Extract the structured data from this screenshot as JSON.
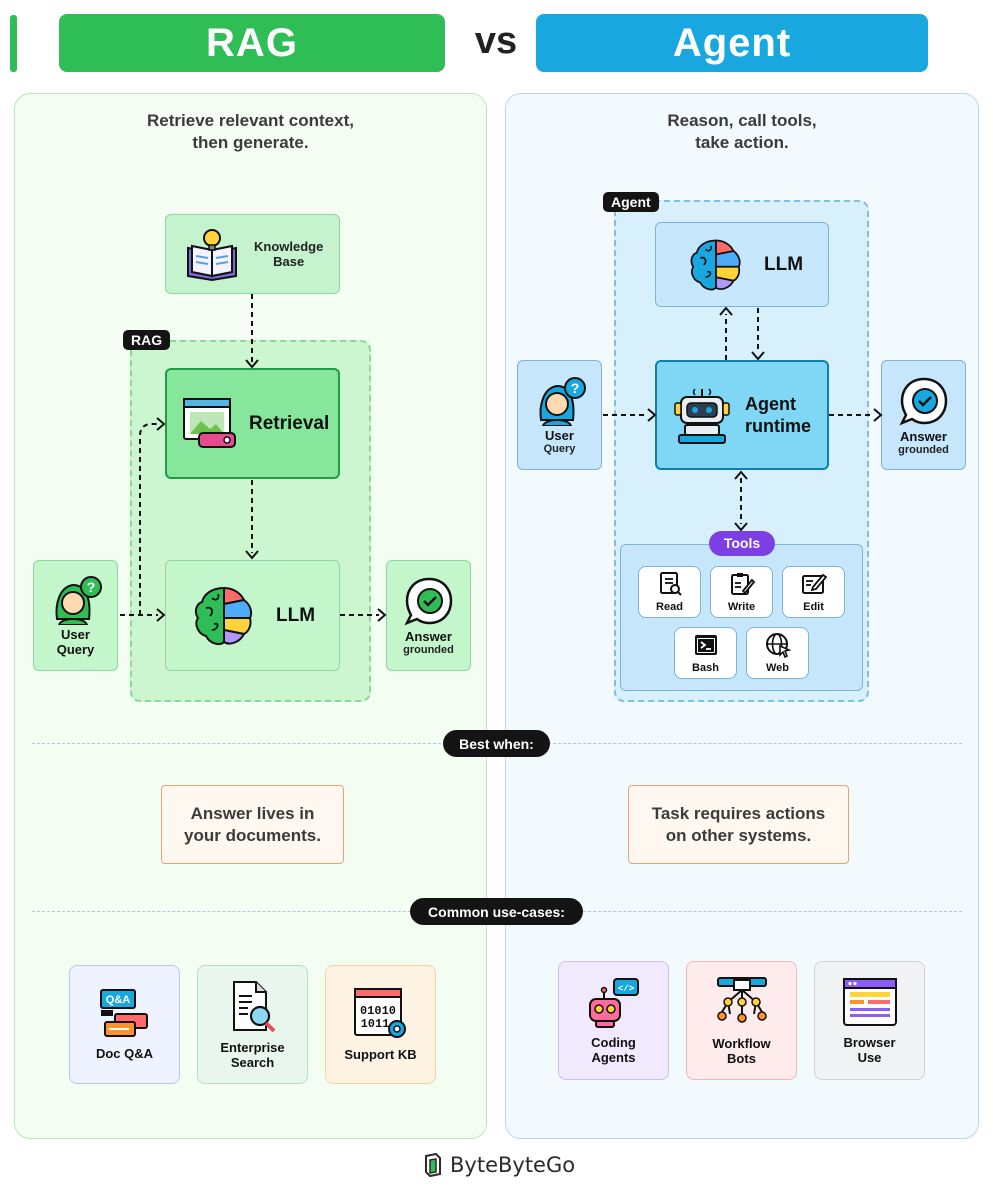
{
  "header": {
    "left_title": "RAG",
    "vs": "vs",
    "right_title": "Agent"
  },
  "rag": {
    "tagline": "Retrieve relevant context,\nthen generate.",
    "group_label": "RAG",
    "knowledge_base": {
      "line1": "Knowledge",
      "line2": "Base"
    },
    "retrieval": "Retrieval",
    "llm": "LLM",
    "user": {
      "line1": "User",
      "line2": "Query"
    },
    "answer": {
      "line1": "Answer",
      "line2": "grounded"
    },
    "best_when": "Answer lives in\nyour documents.",
    "use_cases": [
      {
        "title": "Doc Q&A",
        "icon": "doc-qa-icon",
        "bg": "#eef3ff",
        "border": "#b7c8ee"
      },
      {
        "title": "Enterprise\nSearch",
        "icon": "enterprise-search-icon",
        "bg": "#e9f6ee",
        "border": "#b6dcc4"
      },
      {
        "title": "Support KB",
        "icon": "support-kb-icon",
        "bg": "#fff4e3",
        "border": "#f2d3a3"
      }
    ]
  },
  "agent": {
    "tagline": "Reason, call tools,\ntake action.",
    "group_label": "Agent",
    "llm": "LLM",
    "runtime": {
      "line1": "Agent",
      "line2": "runtime"
    },
    "user": {
      "line1": "User",
      "line2": "Query"
    },
    "answer": {
      "line1": "Answer",
      "line2": "grounded"
    },
    "tools_label": "Tools",
    "tools": [
      {
        "label": "Read",
        "icon": "read-icon"
      },
      {
        "label": "Write",
        "icon": "write-icon"
      },
      {
        "label": "Edit",
        "icon": "edit-icon"
      },
      {
        "label": "Bash",
        "icon": "bash-icon"
      },
      {
        "label": "Web",
        "icon": "web-icon"
      }
    ],
    "best_when": "Task requires actions\non other systems.",
    "use_cases": [
      {
        "title": "Coding\nAgents",
        "icon": "coding-agents-icon",
        "bg": "#f1eafe",
        "border": "#cdbdf0"
      },
      {
        "title": "Workflow\nBots",
        "icon": "workflow-bots-icon",
        "bg": "#fdeceb",
        "border": "#f0b9b5"
      },
      {
        "title": "Browser\nUse",
        "icon": "browser-use-icon",
        "bg": "#f1f2f4",
        "border": "#cfd3d8"
      }
    ]
  },
  "dividers": {
    "best_when": "Best when:",
    "use_cases": "Common use-cases:"
  },
  "footer": {
    "brand": "ByteByteGo"
  },
  "colors": {
    "rag_green": "#2fbd55",
    "agent_blue": "#19a7df",
    "rag_bg": "#f4fdf2",
    "agent_bg": "#f2fafe"
  }
}
